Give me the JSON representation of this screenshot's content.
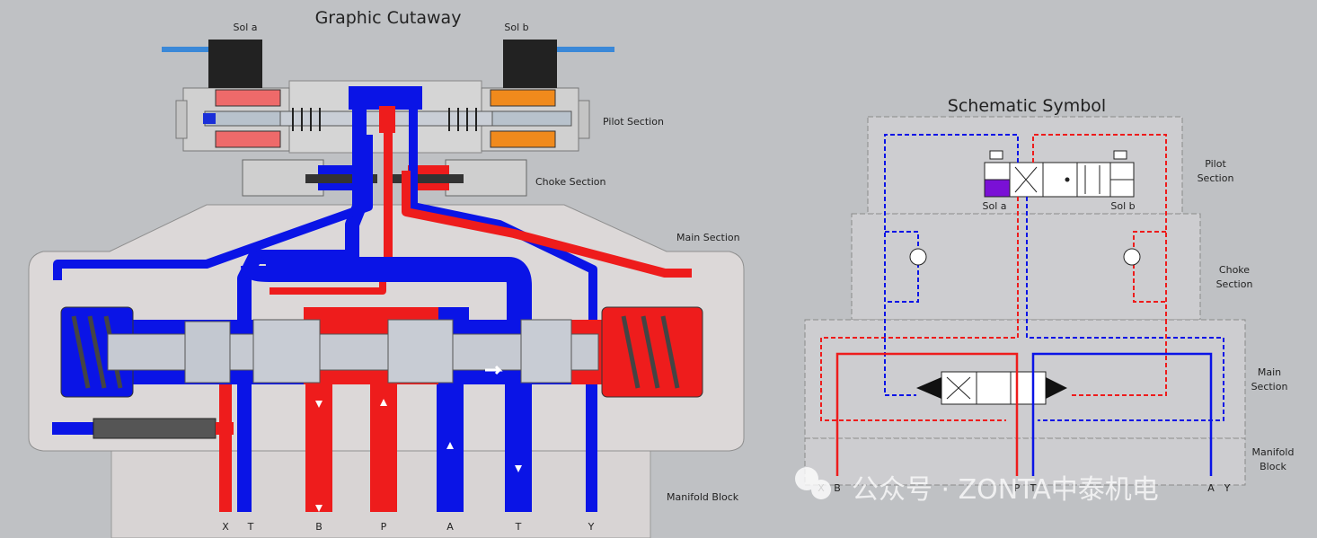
{
  "cutaway": {
    "title": "Graphic Cutaway",
    "sol_a": "Sol a",
    "sol_b": "Sol b",
    "pilot_section": "Pilot Section",
    "choke_section": "Choke Section",
    "main_section": "Main Section",
    "manifold_block": "Manifold Block",
    "ports": [
      "X",
      "T",
      "B",
      "P",
      "A",
      "T",
      "Y"
    ]
  },
  "schematic": {
    "title": "Schematic Symbol",
    "sol_a": "Sol a",
    "sol_b": "Sol b",
    "pilot_section": [
      "Pilot",
      "Section"
    ],
    "choke_section": [
      "Choke",
      "Section"
    ],
    "main_section": [
      "Main",
      "Section"
    ],
    "manifold_block": [
      "Manifold",
      "Block"
    ],
    "ports": [
      "X",
      "B",
      "P",
      "T",
      "A",
      "Y"
    ]
  },
  "colors": {
    "pressure": "#ee1c1c",
    "tank": "#0a14e6",
    "housing": "#dcd8d8",
    "background": "#bfc1c4"
  },
  "watermark": {
    "text": "公众号 · ZONTA中泰机电",
    "icon": "wechat-icon"
  }
}
